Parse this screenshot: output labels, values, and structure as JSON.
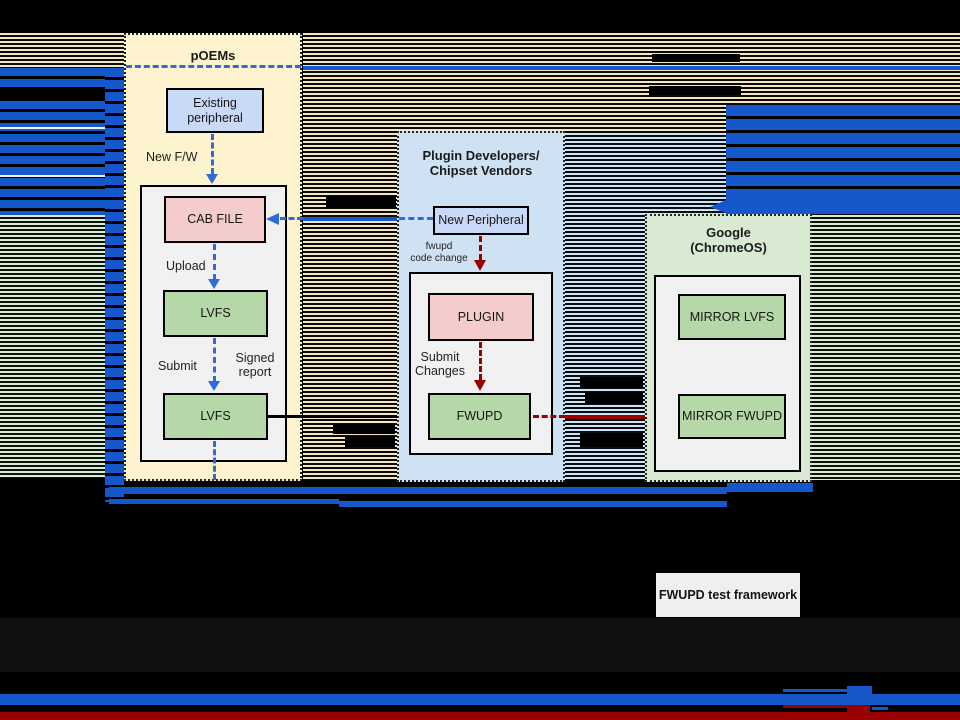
{
  "diagram": {
    "poems_panel": {
      "title": "pOEMs",
      "existing_peripheral": "Existing peripheral",
      "new_fw_label": "New F/W",
      "cab_file": "CAB FILE",
      "upload_label": "Upload",
      "lvfs_upper": "LVFS",
      "submit_label": "Submit",
      "signed_report_line1": "Signed",
      "signed_report_line2": "report",
      "lvfs_lower": "LVFS"
    },
    "plugin_panel": {
      "title_line1": "Plugin Developers/",
      "title_line2": "Chipset Vendors",
      "new_peripheral": "New Peripheral",
      "fwupd_code_change_line1": "fwupd",
      "fwupd_code_change_line2": "code change",
      "plugin": "PLUGIN",
      "submit_changes_line1": "Submit",
      "submit_changes_line2": "Changes",
      "fwupd": "FWUPD"
    },
    "google_panel": {
      "title_line1": "Google",
      "title_line2": "(ChromeOS)",
      "mirror_lvfs": "MIRROR LVFS",
      "mirror_fwupd": "MIRROR FWUPD"
    },
    "test_framework_label": "FWUPD test framework"
  },
  "colors": {
    "blue": "#1558cb",
    "dashblue": "#2e6bd8",
    "darkred": "#990000",
    "cream": "#fdf3cf",
    "panelblue": "#cfe2f3",
    "panelgreen": "#d9ead3",
    "nodeblue": "#c9daf8",
    "nodepink": "#f4cccc",
    "nodegreen": "#b6d7a8",
    "testbox": "#efefef"
  }
}
